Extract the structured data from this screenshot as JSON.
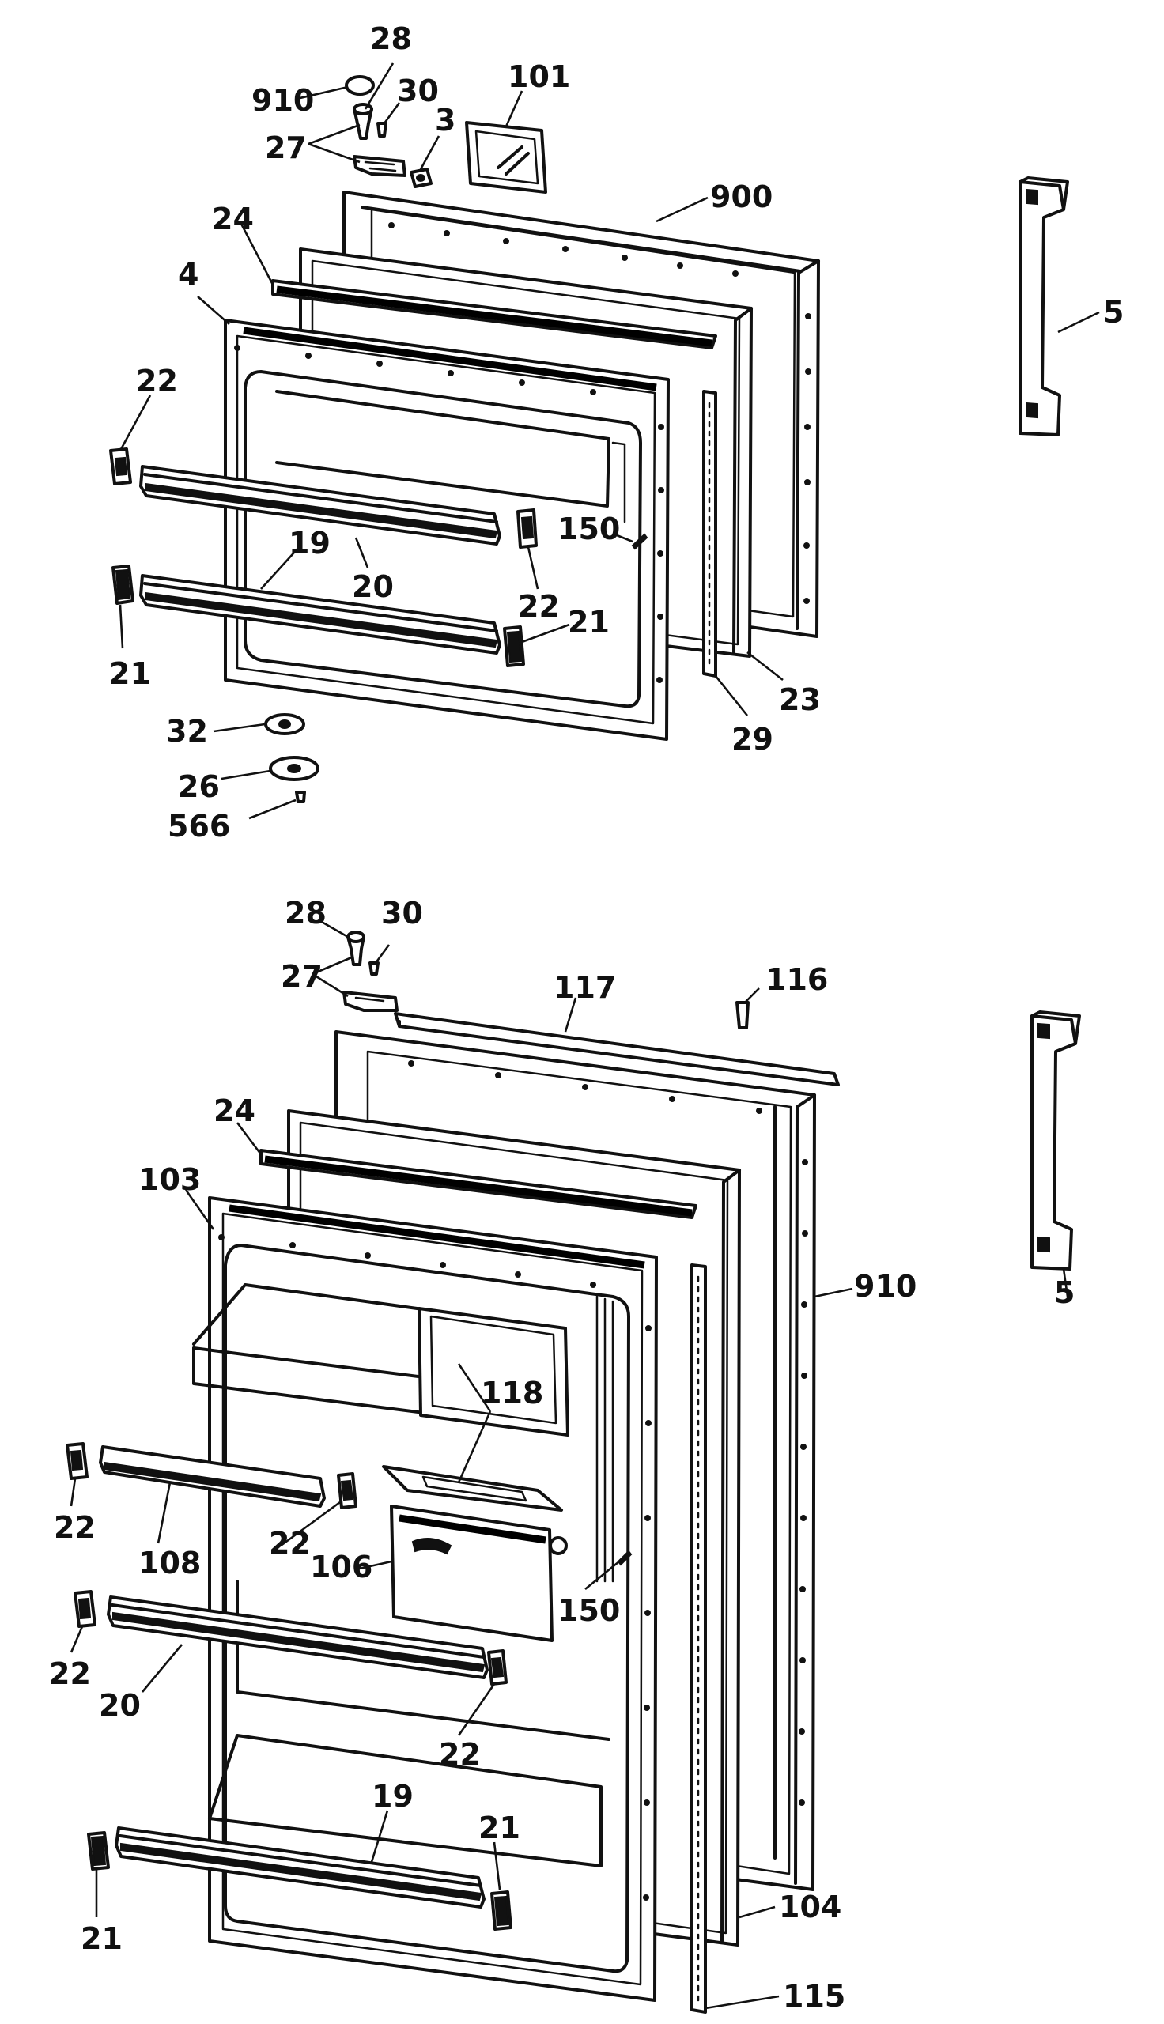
{
  "upper_door": {
    "callouts": [
      "910",
      "28",
      "30",
      "27",
      "3",
      "101",
      "900",
      "24",
      "4",
      "5",
      "22",
      "150",
      "19",
      "20",
      "22",
      "21",
      "21",
      "23",
      "29",
      "32",
      "26",
      "566"
    ]
  },
  "lower_door": {
    "callouts": [
      "28",
      "30",
      "27",
      "117",
      "116",
      "24",
      "103",
      "5",
      "910",
      "118",
      "22",
      "108",
      "22",
      "106",
      "150",
      "22",
      "20",
      "22",
      "19",
      "21",
      "21",
      "104",
      "115"
    ]
  }
}
